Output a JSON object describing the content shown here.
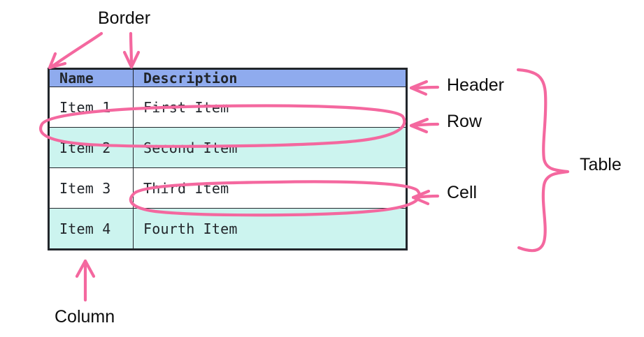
{
  "diagram": {
    "title": "Table anatomy diagram",
    "accent_color": "#f4689f",
    "ink_color": "#22262b",
    "header_fill": "#8fabee",
    "row_alt_fill": "#ccf4ef",
    "row_fill": "#ffffff"
  },
  "table": {
    "columns": [
      {
        "key": "name",
        "header": "Name"
      },
      {
        "key": "description",
        "header": "Description"
      }
    ],
    "rows": [
      {
        "name": "Item 1",
        "description": "First Item"
      },
      {
        "name": "Item 2",
        "description": "Second Item"
      },
      {
        "name": "Item 3",
        "description": "Third Item"
      },
      {
        "name": "Item 4",
        "description": "Fourth Item"
      }
    ]
  },
  "annotations": {
    "border": "Border",
    "header": "Header",
    "row": "Row",
    "cell": "Cell",
    "table": "Table",
    "column": "Column"
  }
}
